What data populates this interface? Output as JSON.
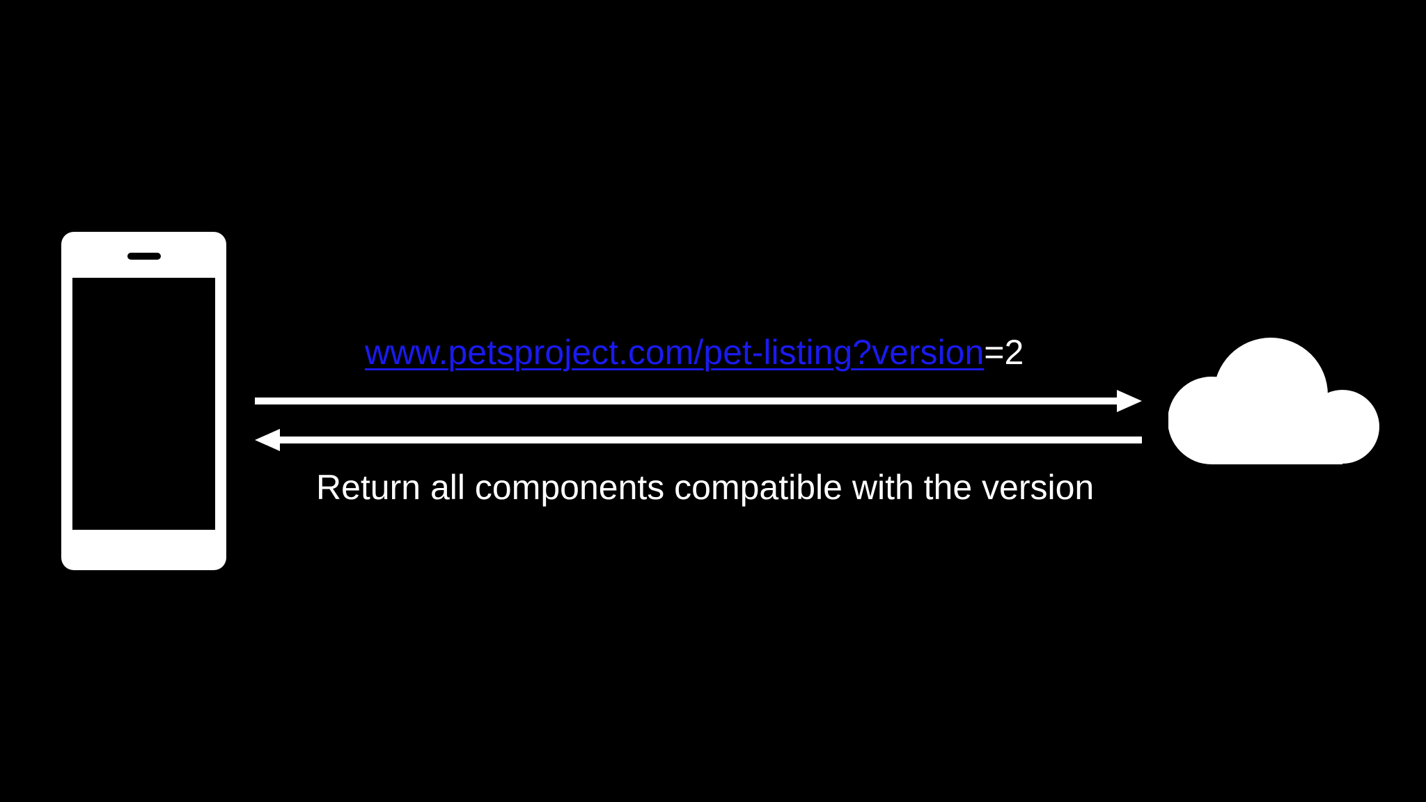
{
  "diagram": {
    "request": {
      "link_text": "www.petsproject.com/pet-listing?version",
      "suffix_text": "=2"
    },
    "response": {
      "label": "Return all components compatible with the version"
    },
    "nodes": {
      "client_icon": "smartphone-icon",
      "server_icon": "cloud-icon"
    },
    "colors": {
      "background": "#000000",
      "foreground": "#ffffff",
      "link": "#1a1aee"
    }
  }
}
